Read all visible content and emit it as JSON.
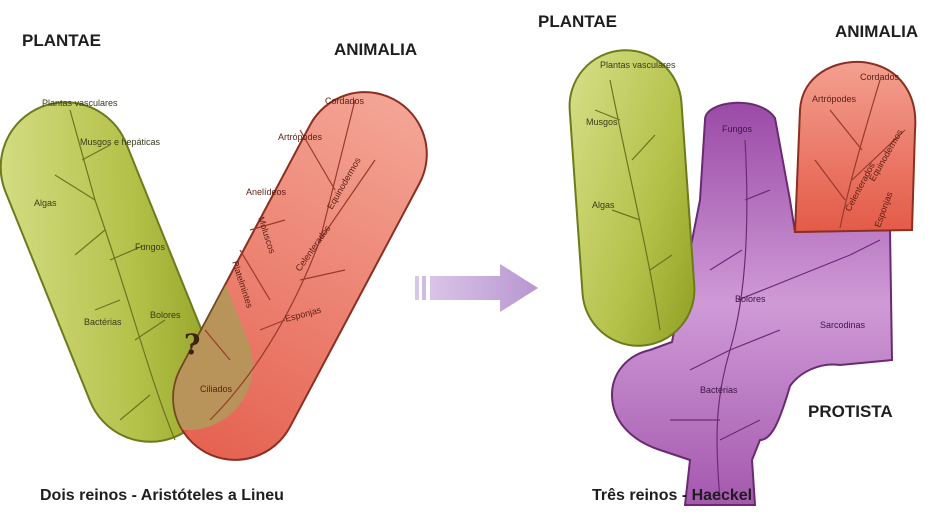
{
  "left": {
    "plantae_title": "PLANTAE",
    "animalia_title": "ANIMALIA",
    "caption": "Dois reinos - Aristóteles a Lineu",
    "question_mark": "?",
    "labels": {
      "plantas_vasculares": "Plantas vasculares",
      "musgos": "Musgos e hepáticas",
      "algas": "Algas",
      "fungos": "Fungos",
      "bolores": "Bolores",
      "bactérias": "Bactérias",
      "ciliados": "Ciliados",
      "cordados": "Cordados",
      "artropodes": "Artrópodes",
      "anelideos": "Anelídeos",
      "moluscos": "Moluscos",
      "equinodermos": "Equinodermos",
      "platelmintes": "Platelmintes",
      "celenterados": "Celenterados",
      "esponjas": "Esponjas"
    }
  },
  "right": {
    "plantae_title": "PLANTAE",
    "animalia_title": "ANIMALIA",
    "protista_title": "PROTISTA",
    "caption": "Três reinos - Haeckel",
    "labels": {
      "plantas_vasculares": "Plantas vasculares",
      "musgos": "Musgos",
      "algas": "Algas",
      "fungos": "Fungos",
      "bolores": "Bolores",
      "sarcodinas": "Sarcodinas",
      "bacterias": "Bactérias",
      "cordados": "Cordados",
      "artropodes": "Artrópodes",
      "equinodermos": "Equinodermos",
      "celenterados": "Celenterados",
      "esponjas": "Esponjas"
    }
  },
  "colors": {
    "plantae": "#a6b63a",
    "animalia": "#ec7260",
    "protista": "#b062b8",
    "overlap": "#b8945a",
    "arrow": "#c6a8d8"
  }
}
